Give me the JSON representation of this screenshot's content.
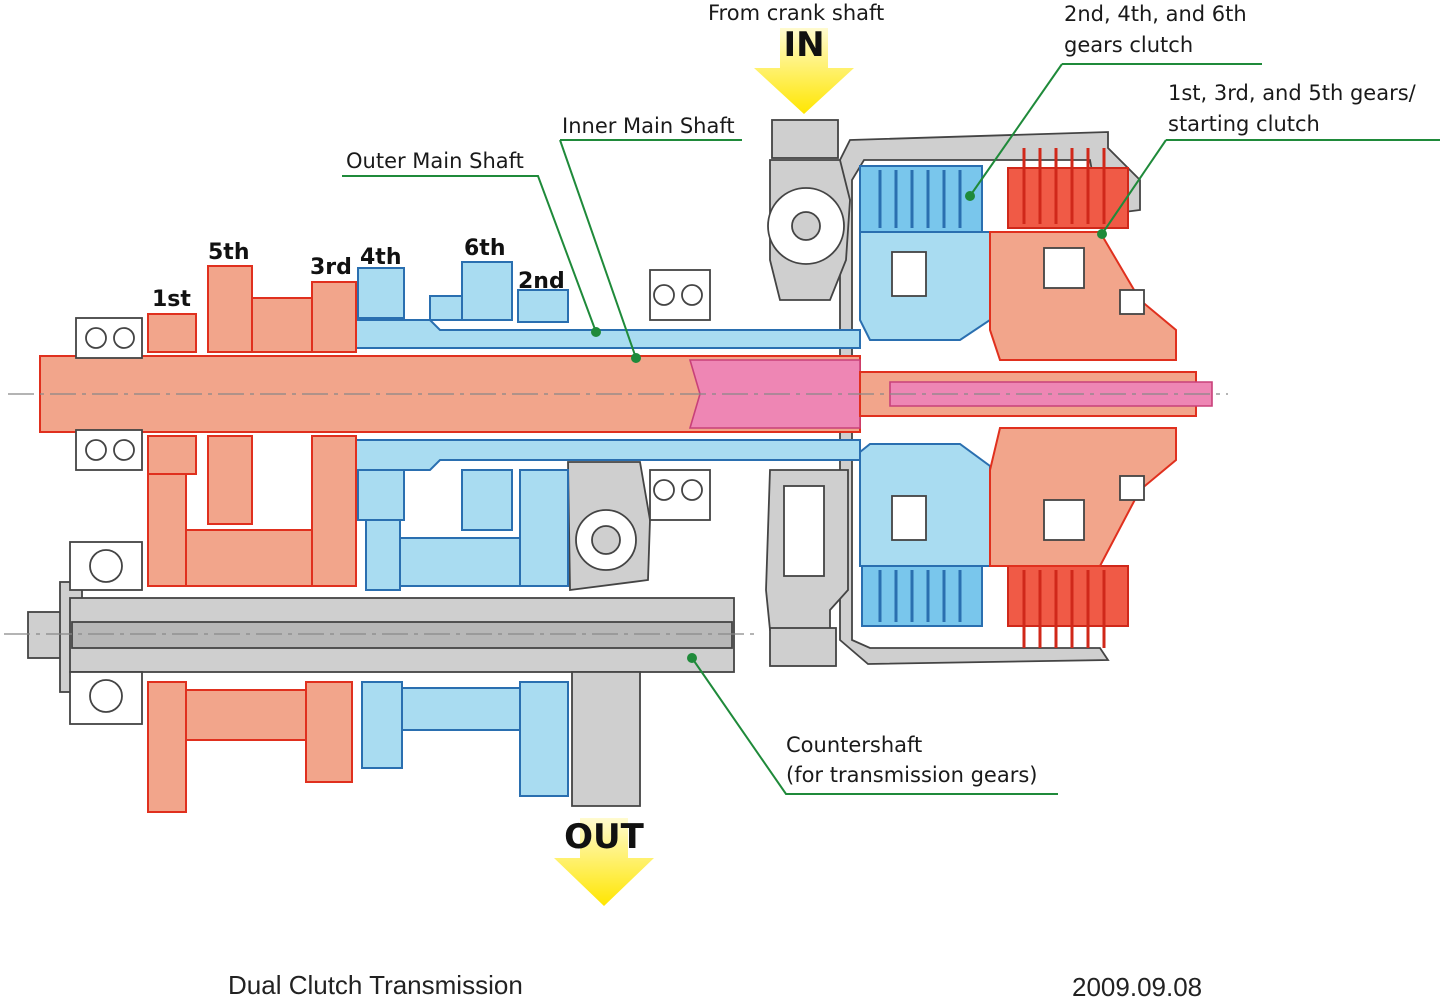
{
  "labels": {
    "from_crank": "From crank shaft",
    "in": "IN",
    "out": "OUT",
    "even_clutch_1": "2nd, 4th, and 6th",
    "even_clutch_2": "gears clutch",
    "odd_clutch_1": "1st, 3rd, and 5th gears/",
    "odd_clutch_2": "starting clutch",
    "inner_main_shaft": "Inner Main Shaft",
    "outer_main_shaft": "Outer Main Shaft",
    "countershaft_1": "Countershaft",
    "countershaft_2": "(for transmission gears)"
  },
  "gears": {
    "g1": "1st",
    "g2": "2nd",
    "g3": "3rd",
    "g4": "4th",
    "g5": "5th",
    "g6": "6th"
  },
  "footer": {
    "title": "Dual Clutch Transmission",
    "date": "2009.09.08"
  },
  "colors": {
    "odd_gears": "#f2a58b",
    "odd_clutch": "#f05a46",
    "even_gears": "#a9dcf1",
    "even_clutch": "#79c6ec",
    "inner_shaft_tip": "#ee86b4",
    "housing": "#cfcfcf",
    "arrow": "#ffe600",
    "leader": "#1f8a3a"
  }
}
